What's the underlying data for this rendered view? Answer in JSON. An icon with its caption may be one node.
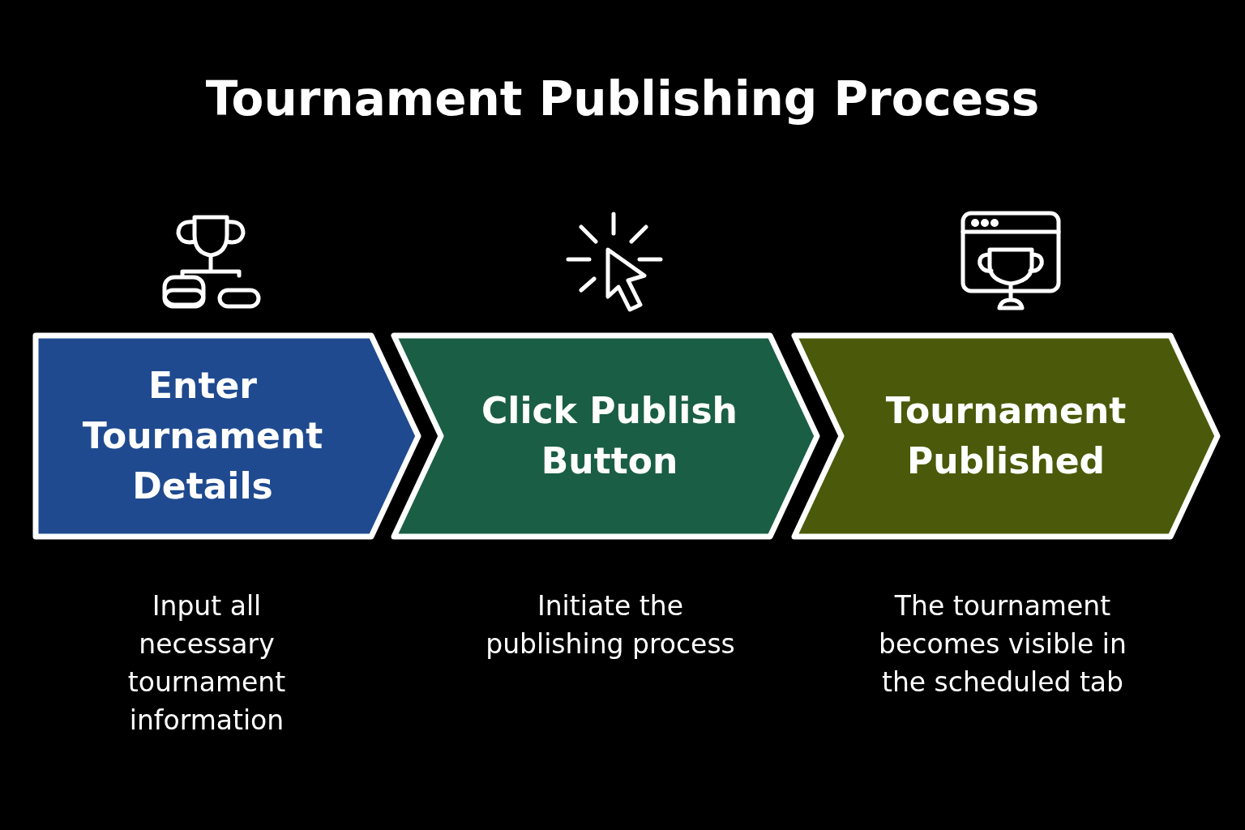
{
  "diagram": {
    "title": "Tournament Publishing Process",
    "nodes": [
      {
        "text": [
          "Enter Tournament Details"
        ],
        "beside": [
          "Input all necessary tournament information"
        ]
      },
      {
        "text": [
          "Click Publish Button"
        ],
        "beside": [
          "Initiate the publishing process"
        ]
      },
      {
        "text": [
          "Tournament Published"
        ],
        "beside": [
          "The tournament becomes visible in the scheduled tab"
        ]
      }
    ]
  }
}
